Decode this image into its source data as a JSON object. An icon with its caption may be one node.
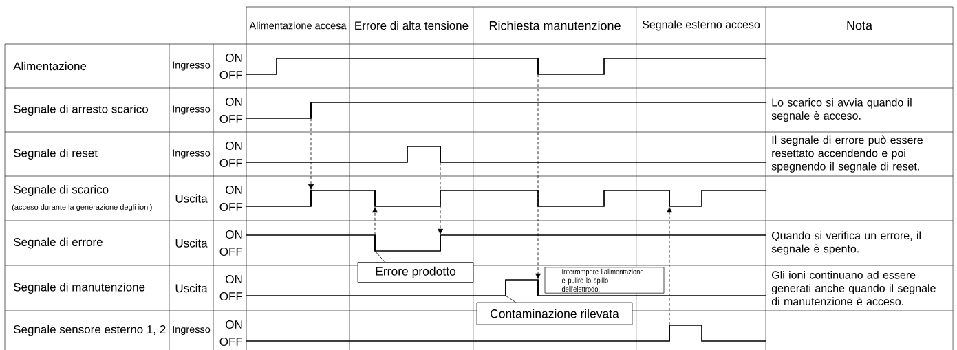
{
  "diagram": {
    "nodes": [
      {
        "text": [],
        "shape": "line"
      },
      {
        "text": [],
        "shape": "line"
      },
      {
        "text": [],
        "shape": "line"
      },
      {
        "text": [],
        "shape": "line"
      },
      {
        "text": [],
        "shape": "line"
      },
      {
        "text": [],
        "shape": "line"
      },
      {
        "text": [],
        "shape": "line"
      },
      {
        "text": [],
        "shape": "line"
      },
      {
        "text": [],
        "shape": "line"
      },
      {
        "text": [],
        "shape": "line"
      },
      {
        "text": [],
        "shape": "line"
      },
      {
        "text": [
          "Errore prodotto"
        ]
      },
      {
        "text": [
          "Interrompere l'alimentazione e pulire lo spillo dell'elettrodo."
        ]
      },
      {
        "text": [
          "Contaminazione rilevata"
        ]
      }
    ],
    "edges": [
      {
        "from": 0,
        "to": 1,
        "arrow": "to",
        "style": "dashed"
      },
      {
        "from": 2,
        "to": 3,
        "arrow": "to",
        "style": "dashed"
      },
      {
        "from": 4,
        "to": 5,
        "arrow": "to",
        "style": "dashed"
      },
      {
        "from": 6,
        "to": 7,
        "arrow": "to",
        "style": "dashed"
      },
      {
        "from": 8,
        "to": 9,
        "arrow": "to",
        "style": "dashed"
      },
      {
        "from": 11,
        "to": 4,
        "arrow": "none"
      },
      {
        "from": 13,
        "to": 10,
        "arrow": "none"
      }
    ],
    "labels": [
      "Alimentazione accesa",
      "Errore di alta tensione",
      "Richiesta manutenzione",
      "Segnale esterno acceso",
      "Nota",
      "Alimentazione",
      "Ingresso",
      "ON",
      "OFF",
      "Segnale di arresto scarico",
      "Ingresso",
      "ON",
      "OFF",
      "Lo scarico si avvia quando il segnale è acceso.",
      "Segnale di reset",
      "Ingresso",
      "ON",
      "OFF",
      "Il segnale di errore può essere resettato accendendo e poi spegnendo il segnale di reset.",
      "Segnale di scarico",
      "(acceso durante la generazione degli ioni)",
      "Uscita",
      "ON",
      "OFF",
      "Segnale di errore",
      "Uscita",
      "ON",
      "OFF",
      "Quando si verifica un errore, il segnale è spento.",
      "Segnale di manutenzione",
      "Uscita",
      "ON",
      "OFF",
      "Gli ioni continuano ad essere generati anche quando il segnale di manutenzione è acceso.",
      "Segnale sensore esterno 1, 2",
      "Ingresso",
      "ON",
      "OFF"
    ]
  }
}
